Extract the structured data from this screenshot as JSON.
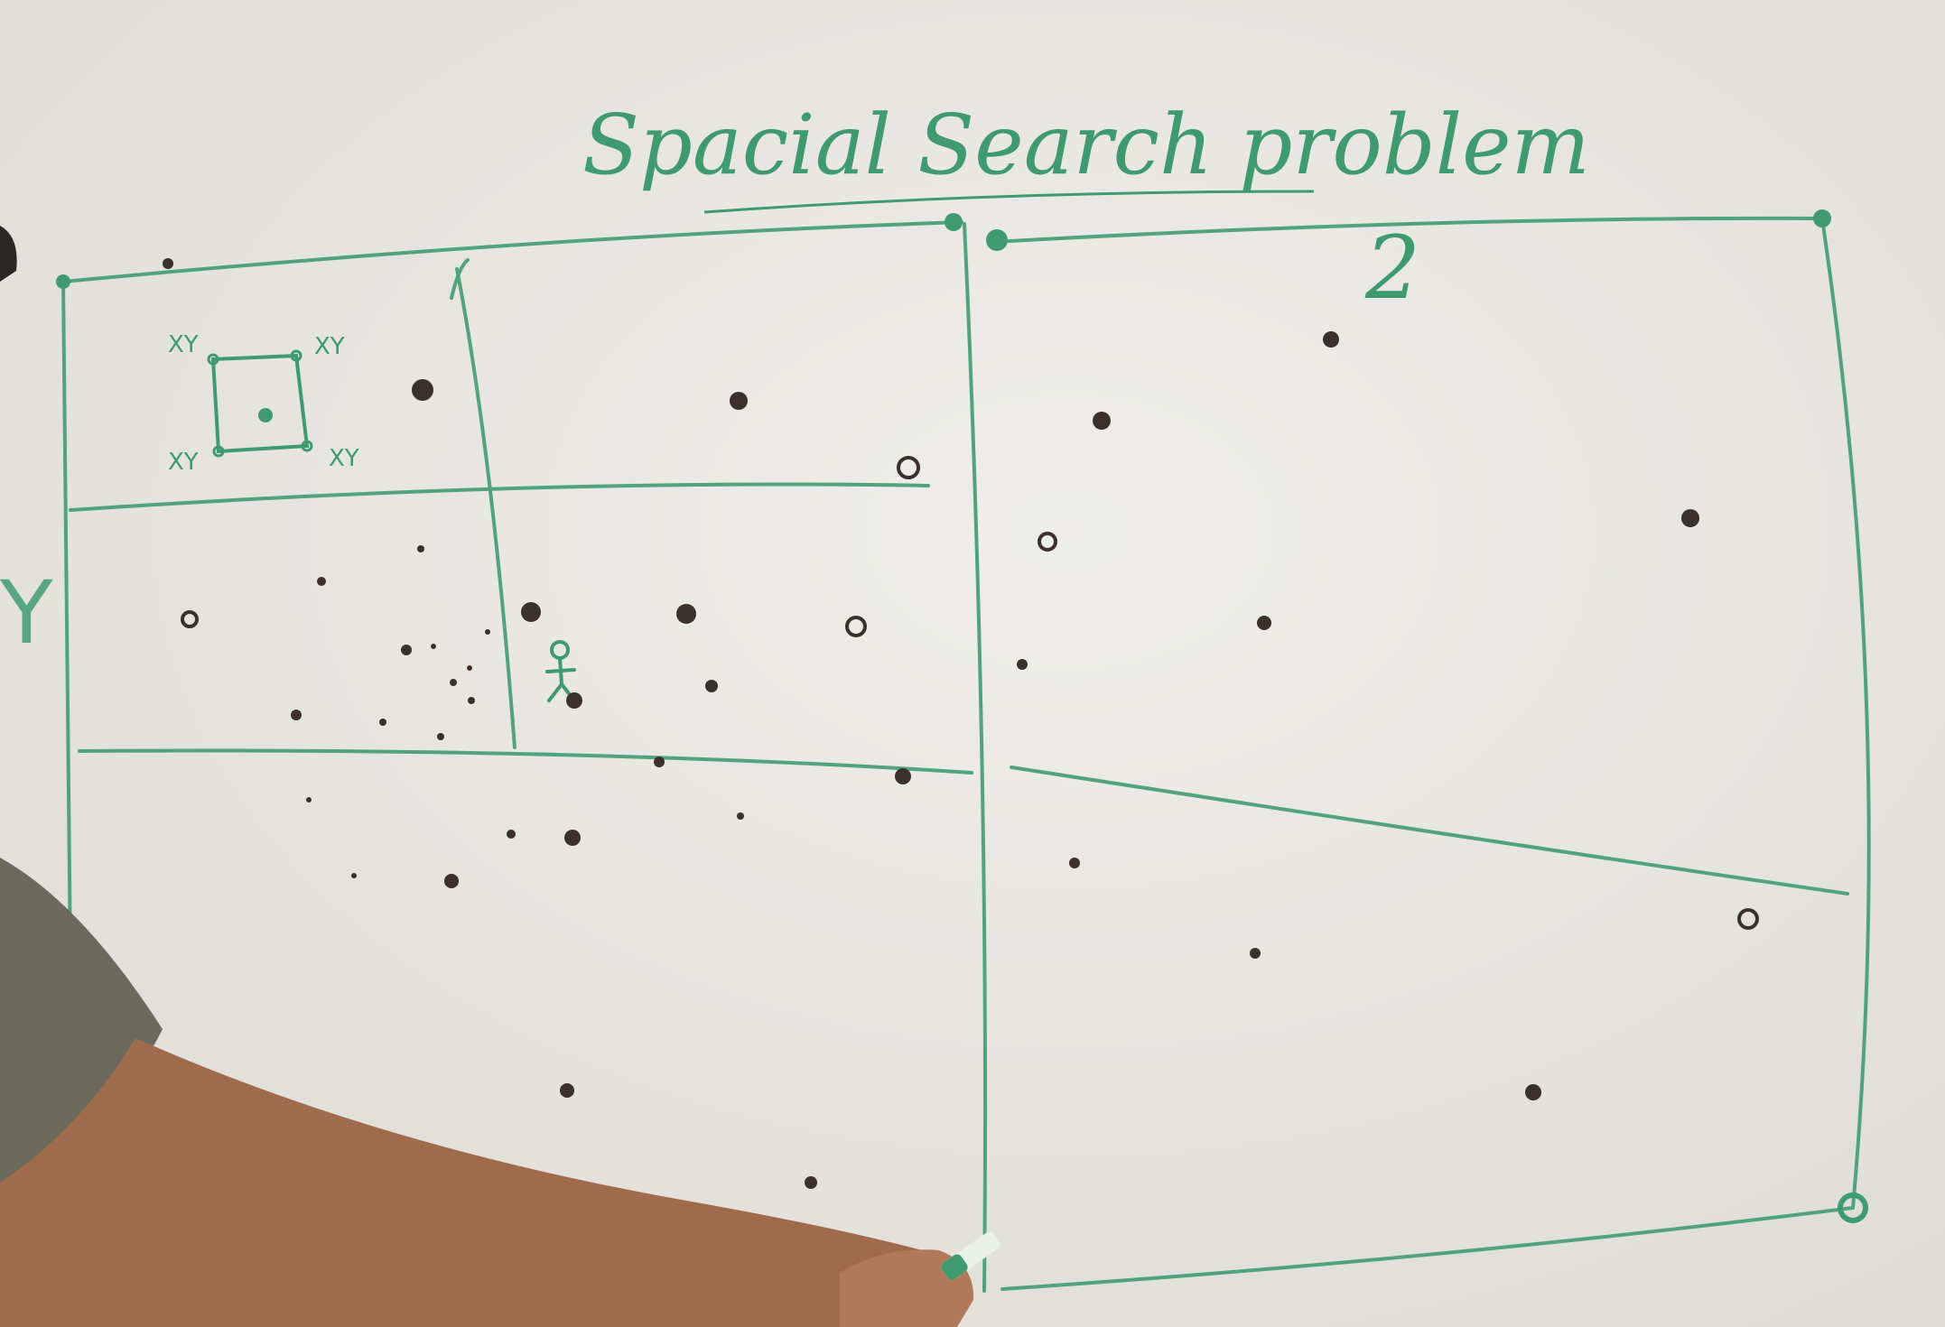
{
  "whiteboard": {
    "title": "Spacial Search problem",
    "quadrant_label": "2",
    "axis_label": "Y",
    "corner_labels": [
      "XY",
      "XY",
      "XY",
      "XY"
    ],
    "colors": {
      "board": "#e9e7e2",
      "marker_green": "#3f9a70",
      "dot_dark": "#3a302c",
      "skin": "#a06a4c",
      "shirt": "#6b6a5d"
    }
  }
}
